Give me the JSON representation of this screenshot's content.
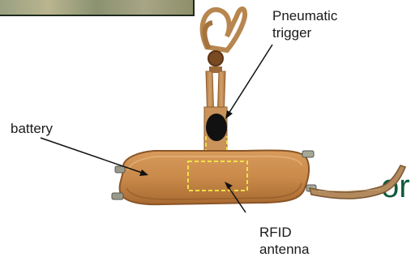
{
  "labels": {
    "pneumatic": [
      "Pneumatic",
      "trigger"
    ],
    "battery": "battery",
    "rfid": [
      "RFID",
      "antenna"
    ],
    "cut_text": "or"
  },
  "colors": {
    "leather": "#c98a4a",
    "leather_dark": "#a86a30",
    "strap": "#b88a5a",
    "trigger": "#111111",
    "dashed_outline": "#f4e04a",
    "title_green": "#0f5a3a"
  },
  "icons": [
    "harness-illustration",
    "pneumatic-trigger-icon",
    "battery-pack",
    "rfid-antenna-outline"
  ]
}
